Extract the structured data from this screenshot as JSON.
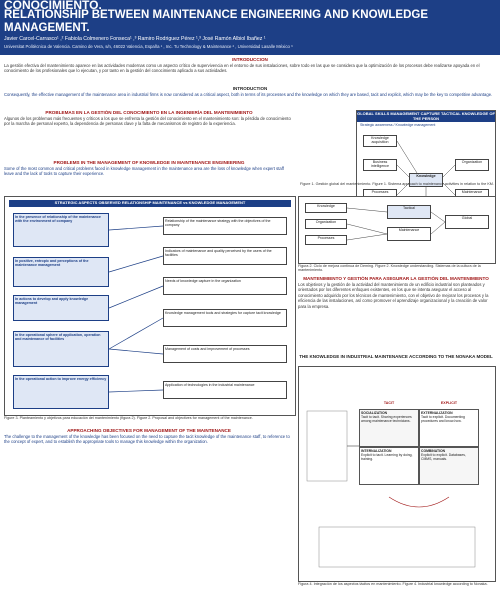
{
  "header": {
    "title_line1": "CONOCIMIENTO.",
    "title_line2": "RELATIONSHIP BETWEEN MAINTENANCE ENGINEERING AND KNOWLEDGE MANAGEMENT.",
    "authors": "Javier Carcel-Carrasco¹ ,² Fabiola Colmenero Fonseca¹ ,³ Ramiro Rodriguez Pérez ¹,³ José Ramón Albiol Ibañez ¹",
    "affiliation": "Universitat Politècnica de Valencia. Camino de Vera, s/n, 46022 Valencia, España ¹ , Inc. Tu Technology & Maintenance ² , Universidad Lasalle México ³"
  },
  "intro": {
    "heading": "INTRODUCCION",
    "para_es": "La gestión efectiva del mantenimiento aparece en las actividades modernas como un aspecto crítico de supervivencia en el entorno de sus instalaciones, sobre todo en las que se considera que la optimización de los procesos debe realizarse apoyada en el conocimiento de los profesionales que lo ejecutan, y por tanto en la gestión del conocimiento aplicado a sus actividades.",
    "heading_en": "INTRODUCTION",
    "para_en": "Consequently, the effective management of the maintenance area in industrial firms is now considered as a critical aspect, both in terms of its processes and the knowledge on which they are based, tacit and explicit, which may be the key to competitive advantage."
  },
  "problems": {
    "heading": "PROBLEMAS EN LA GESTIÓN DEL CONOCIMIENTO EN LA INGENIERÍA DEL MANTENIMIENTO",
    "para": "Algunos de los problemas más frecuentes y críticos a los que se enfrenta la gestión del conocimiento en el mantenimiento son: la pérdida de conocimiento por la marcha de personal experto, la dependencia de personas clave y la falta de mecanismos de registro de la experiencia.",
    "heading_en": "PROBLEMS IN THE MANAGEMENT OF KNOWLEDGE IN MAINTENANCE ENGINEERING",
    "para_en": "Some of the most common and critical problems faced in knowledge management in the maintenance area are the loss of knowledge when expert staff leave and the lack of tools to capture their experience."
  },
  "fig1": {
    "bar": "GLOBAL SKILLS MANAGEMENT CAPTURE TACTICAL KNOWLEDGE OF THE PERSON",
    "sub": "Strategic awareness / Knowledge management",
    "nodes": [
      "Knowledge acquisition",
      "Business intelligence",
      "Organization",
      "Processes",
      "Maintenance"
    ],
    "center": "Knowledge",
    "caption": "Figure 1. Gestión global del mantenimiento. Figure 1. Sistema approach to maintenance activities in relation to the KM."
  },
  "fig2": {
    "bar": "STRATEGIC ASPECTS OBSERVED RELATIONSHIP MAINTENANCE vs KNOWLEDGE MANAGEMENT",
    "left": [
      "In the presence of relationship of the maintenance with the environment of company",
      "In positive, entropic and perceptions of the maintenance management",
      "In actions to develop and apply knowledge management",
      "In the operational sphere of application, operation and maintenance of facilities",
      "In the operational action to improve energy efficiency"
    ],
    "right": [
      "Relationship of the maintenance strategy with the objectives of the company",
      "Indicators of maintenance and quality perceived by the users of the facilities",
      "Needs of knowledge capture in the organization",
      "Knowledge management tools and strategies for capture tacit knowledge",
      "Management of costs and improvement of processes",
      "Application of technologies in the industrial maintenance"
    ],
    "caption": "Figure 3. Planteamiento y objetivos para educación del mantenimiento (figura 2). Figure 2. Proposal and objectives for management of the maintenance."
  },
  "approach": {
    "heading": "APPROACHING OBJECTIVES FOR MANAGEMENT OF THE MAINTENANCE",
    "para": "The challenge to the management of the knowledge has been focused on the need to capture the tacit knowledge of the maintenance staff, to reference to the concept of expert, and to establish the appropriate tools to manage this knowledge within the organization."
  },
  "fig3": {
    "labels": [
      "Knowledge",
      "Organization",
      "Processes",
      "Tactical",
      "Maintenance",
      "Global"
    ],
    "caption": "Figura 2. Ciclo de mejora continua de Deming. Figure 2. Knowledge understanding. Sistemas de la cultura de la mantenimiento."
  },
  "maint": {
    "heading": "MANTENIMIENTO Y GESTIÓN PARA ASEGURAR LA GESTIÓN DEL MANTENIMIENTO",
    "para": "Los objetivos y la gestión de la actividad del mantenimiento de un edificio industrial son planteados y orientados por los diferentes enfoques existentes, en los que se intenta asegurar el acceso al conocimiento adquirido por los técnicos de mantenimiento, con el objetivo de mejorar los procesos y la eficiencia de las instalaciones, así como promover el aprendizaje organizacional y la creación de valor para la empresa."
  },
  "fig4": {
    "title": "THE KNOWLEDGE IN INDUSTRIAL MAINTENANCE ACCORDING TO THE NONAKA MODEL",
    "tacit": "TACIT",
    "explicit": "EXPLICIT",
    "quads": [
      {
        "name": "SOCIALIZATION",
        "text": "Tacit to tacit. Sharing experiences among maintenance technicians."
      },
      {
        "name": "EXTERNALIZATION",
        "text": "Tacit to explicit. Documenting procedures and know-how."
      },
      {
        "name": "INTERNALIZATION",
        "text": "Explicit to tacit. Learning by doing, training."
      },
      {
        "name": "COMBINATION",
        "text": "Explicit to explicit. Databases, CMMS, manuals."
      }
    ],
    "caption": "Figura 4. Integración de los aspectos tácitos en mantenimiento. Figure 4. Industrial knowledge according to Nonaka."
  }
}
